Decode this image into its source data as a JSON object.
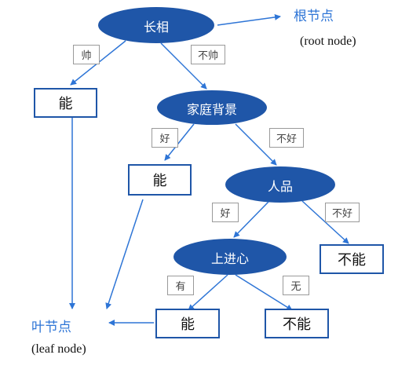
{
  "nodes": {
    "root": "长相",
    "family": "家庭背景",
    "character": "人品",
    "ambition": "上进心"
  },
  "leaves": {
    "leaf1": "能",
    "leaf2": "能",
    "leaf3": "不能",
    "leaf4": "能",
    "leaf5": "不能"
  },
  "edges": {
    "handsome": "帅",
    "not_handsome": "不帅",
    "family_good": "好",
    "family_not_good": "不好",
    "character_good": "好",
    "character_not_good": "不好",
    "has": "有",
    "none": "无"
  },
  "annotations": {
    "root_node_cn": "根节点",
    "root_node_en": "(root node)",
    "leaf_node_cn": "叶节点",
    "leaf_node_en": "(leaf node)"
  },
  "colors": {
    "node_fill": "#1f56a8",
    "line": "#2e75d6",
    "annotation_text": "#2e75d6"
  }
}
